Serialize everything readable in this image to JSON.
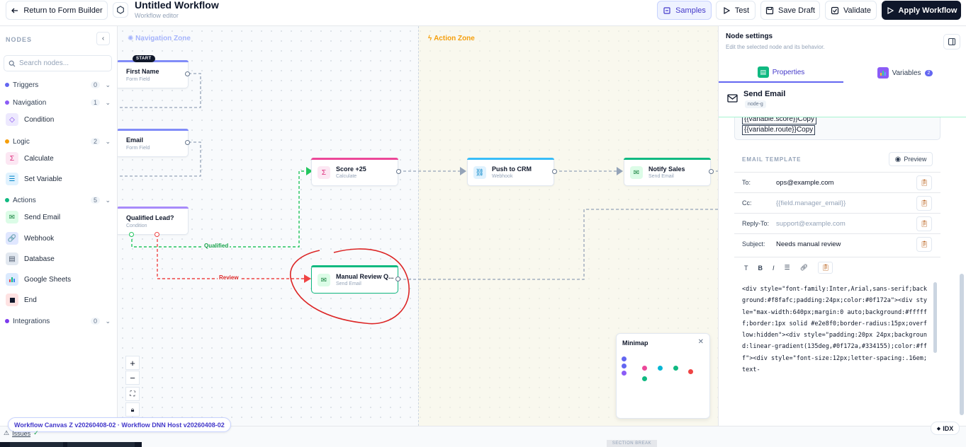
{
  "header": {
    "back_label": "Return to Form Builder",
    "title": "Untitled Workflow",
    "subtitle": "Workflow editor",
    "samples_label": "Samples",
    "test_label": "Test",
    "save_label": "Save Draft",
    "validate_label": "Validate",
    "apply_label": "Apply Workflow"
  },
  "sidebar": {
    "heading": "NODES",
    "search_placeholder": "Search nodes...",
    "categories": [
      {
        "label": "Triggers",
        "count": "0",
        "color": "#6366f1"
      },
      {
        "label": "Navigation",
        "count": "1",
        "color": "#8b5cf6"
      },
      {
        "label": "Logic",
        "count": "2",
        "color": "#f59e0b"
      },
      {
        "label": "Actions",
        "count": "5",
        "color": "#10b981"
      },
      {
        "label": "Integrations",
        "count": "0",
        "color": "#7c3aed"
      }
    ],
    "items": [
      {
        "label": "Condition",
        "icon": "diamond-icon"
      },
      {
        "label": "Calculate",
        "icon": "sigma-icon"
      },
      {
        "label": "Set Variable",
        "icon": "list-icon"
      },
      {
        "label": "Send Email",
        "icon": "mail-icon"
      },
      {
        "label": "Webhook",
        "icon": "link-icon"
      },
      {
        "label": "Database",
        "icon": "database-icon"
      },
      {
        "label": "Google Sheets",
        "icon": "sheets-icon"
      },
      {
        "label": "End",
        "icon": "stop-icon"
      }
    ]
  },
  "canvas": {
    "zone_navigation": "Navigation Zone",
    "zone_action": "Action Zone",
    "nodes": [
      {
        "id": "first-name",
        "title": "First Name",
        "subtitle": "Form Field",
        "badge": "START"
      },
      {
        "id": "email",
        "title": "Email",
        "subtitle": "Form Field"
      },
      {
        "id": "qualified",
        "title": "Qualified Lead?",
        "subtitle": "Condition"
      },
      {
        "id": "score",
        "title": "Score +25",
        "subtitle": "Calculate"
      },
      {
        "id": "crm",
        "title": "Push to CRM",
        "subtitle": "Webhook"
      },
      {
        "id": "notify",
        "title": "Notify Sales",
        "subtitle": "Send Email"
      },
      {
        "id": "review",
        "title": "Manual Review Q...",
        "subtitle": "Send Email"
      }
    ],
    "edge_labels": {
      "qualified": "Qualified",
      "review": "Review"
    },
    "minimap_title": "Minimap",
    "colors": {
      "qualified_edge": "#22c55e",
      "review_edge": "#ef4444",
      "annotation": "#dc2626"
    }
  },
  "panel": {
    "title": "Node settings",
    "subtitle": "Edit the selected node and its behavior.",
    "tab_properties": "Properties",
    "tab_variables": "Variables",
    "variables_count": "2",
    "node_title": "Send Email",
    "node_id": "node-g",
    "variables": [
      "{{variable.score}}Copy",
      "{{variable.route}}Copy"
    ],
    "email_template_heading": "EMAIL TEMPLATE",
    "preview_label": "Preview",
    "fields": [
      {
        "label": "To:",
        "value": "ops@example.com",
        "placeholder": false
      },
      {
        "label": "Cc:",
        "value": "{{field.manager_email}}",
        "placeholder": true
      },
      {
        "label": "Reply-To:",
        "value": "support@example.com",
        "placeholder": true
      },
      {
        "label": "Subject:",
        "value": "Needs manual review",
        "placeholder": false
      }
    ],
    "toolbar": {
      "text": "T",
      "bold": "B",
      "italic": "I"
    },
    "code": "<div style=\"font-family:Inter,Arial,sans-serif;background:#f8fafc;padding:24px;color:#0f172a\"><div style=\"max-width:640px;margin:0 auto;background:#ffffff;border:1px solid #e2e8f0;border-radius:15px;overflow:hidden\"><div style=\"padding:20px 24px;background:linear-gradient(135deg,#0f172a,#334155);color:#fff\"><div style=\"font-size:12px;letter-spacing:.16em;text-"
  },
  "footer": {
    "version": "Workflow Canvas Z v20260408-02 · Workflow DNN Host v20260408-02",
    "issues_label": "Issues",
    "idx_label": "IDX",
    "section_break": "SECTION BREAK"
  }
}
